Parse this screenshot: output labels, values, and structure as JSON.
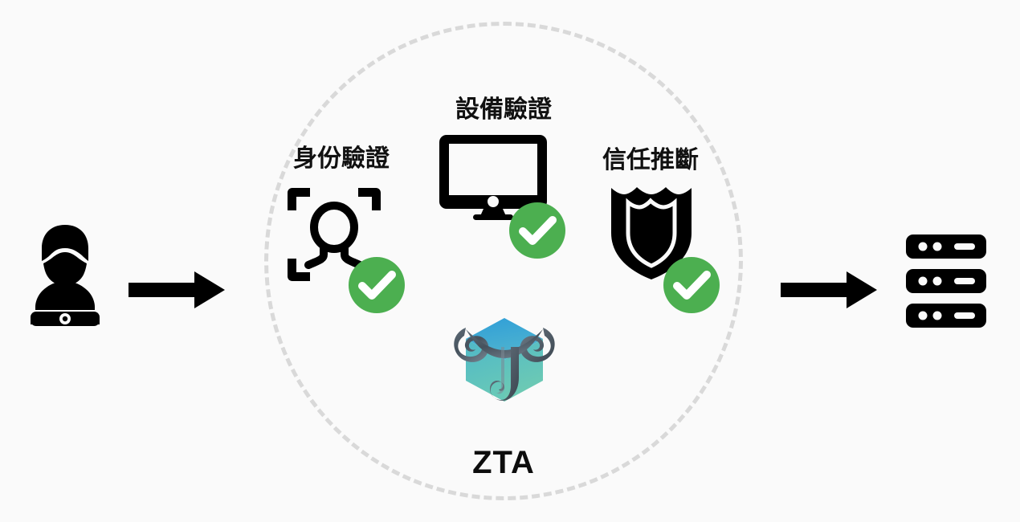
{
  "diagram": {
    "type": "zero-trust-architecture-flow",
    "background_color": "#fafafa",
    "accent_colors": {
      "check_green": "#4CAF50",
      "icon_black": "#000000",
      "boundary_gray": "#d9d9d9",
      "logo_blue": "#2e9bd6",
      "logo_teal": "#5cc6c0",
      "logo_slate": "#4a5560"
    }
  },
  "source": {
    "icon": "hacker-user-laptop-icon",
    "label": ""
  },
  "flow": {
    "arrow_in": "arrow-right-icon",
    "arrow_out": "arrow-right-icon"
  },
  "boundary": {
    "name": "zero-trust-boundary",
    "style": "dashed-circle"
  },
  "checks": [
    {
      "id": "identity",
      "label": "身份驗證",
      "icon": "face-scan-icon",
      "badge": "check-circle-icon",
      "status": "verified"
    },
    {
      "id": "device",
      "label": "設備驗證",
      "icon": "desktop-monitor-icon",
      "badge": "check-circle-icon",
      "status": "verified"
    },
    {
      "id": "trust",
      "label": "信任推斷",
      "icon": "shield-icon",
      "badge": "check-circle-icon",
      "status": "verified"
    }
  ],
  "center": {
    "logo": "zta-cube-logo",
    "title": "ZTA"
  },
  "destination": {
    "icon": "server-rack-icon",
    "label": ""
  }
}
